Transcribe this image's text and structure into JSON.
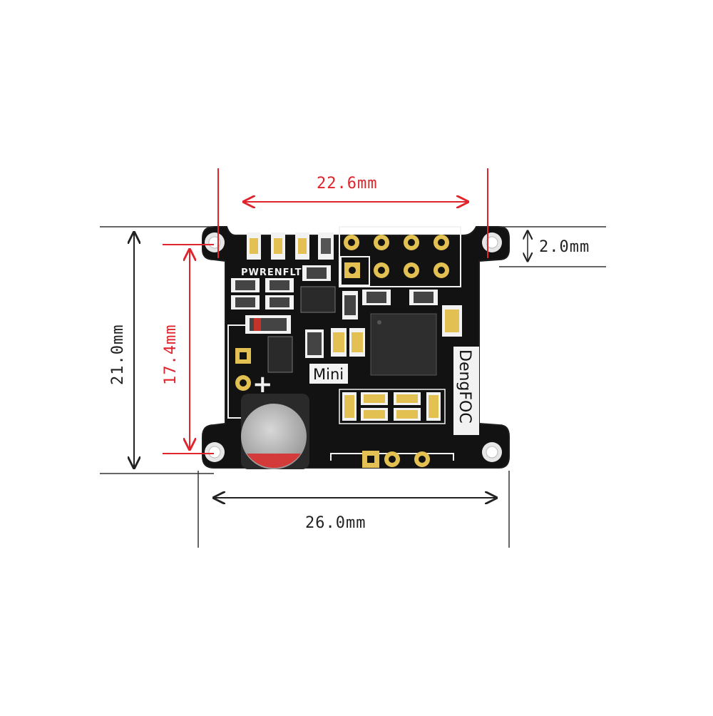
{
  "dimensions": {
    "header_pitch": "22.6mm",
    "hole_offset": "2.0mm",
    "board_height": "21.0mm",
    "hole_spacing": "17.4mm",
    "board_width": "26.0mm"
  },
  "board": {
    "led_labels": "PWRENFLT",
    "model_label": "Mini",
    "brand_label": "DengFOC"
  },
  "colors": {
    "dimension_red": "#e0242c",
    "dimension_black": "#222222",
    "pcb": "#111111",
    "gold": "#e3c052",
    "silkscreen": "#f2f2f2"
  }
}
